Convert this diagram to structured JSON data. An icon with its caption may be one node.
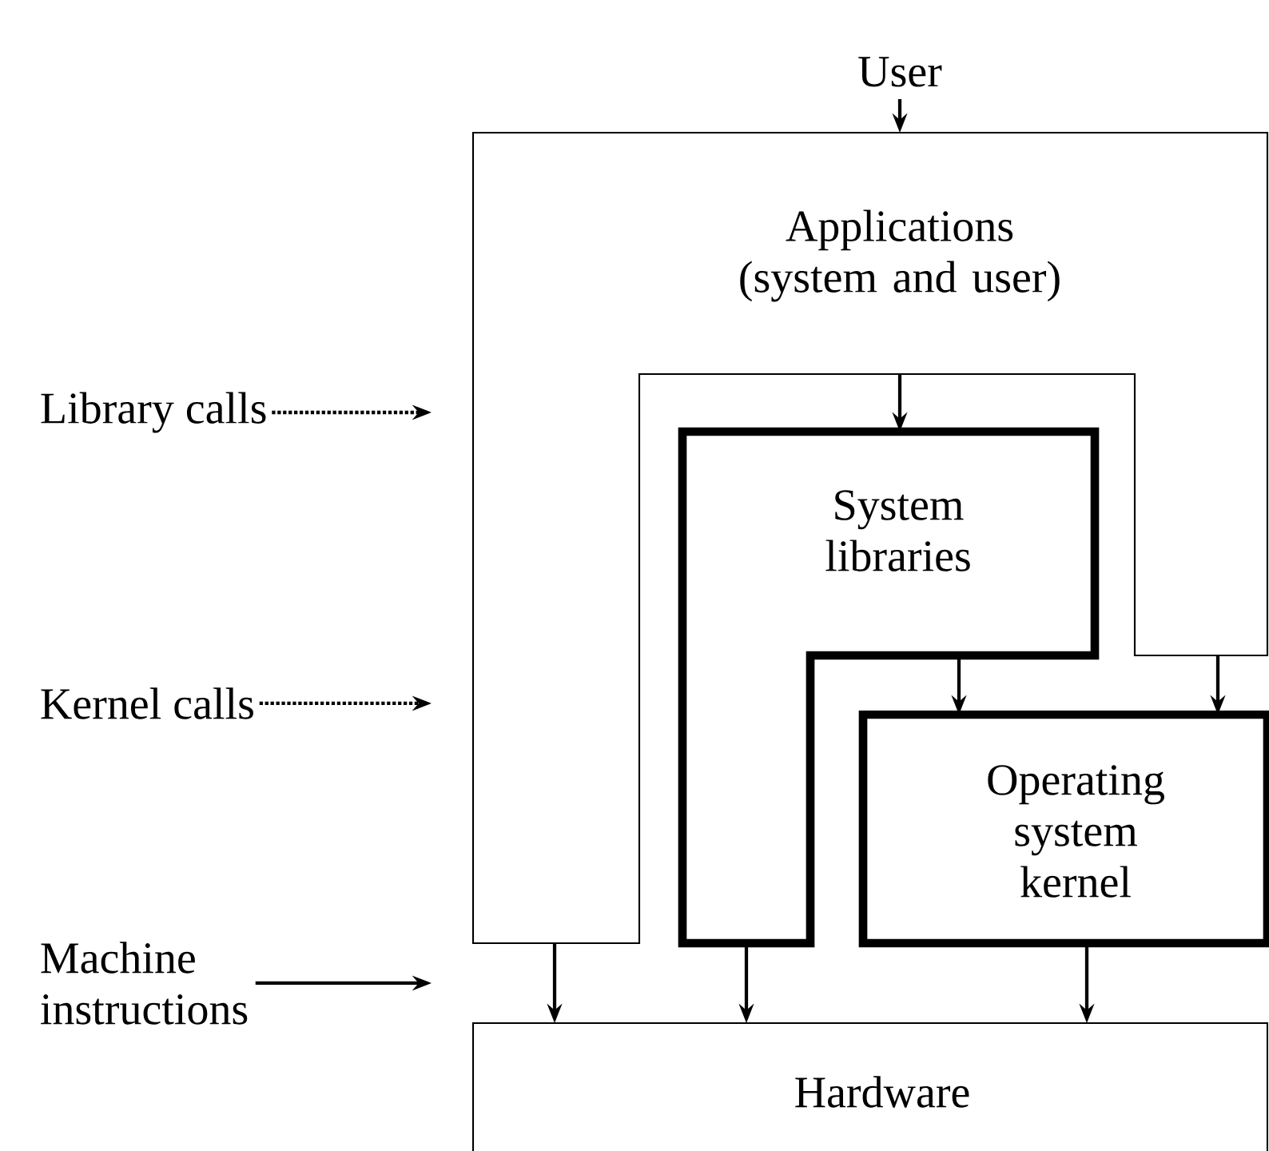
{
  "diagram": {
    "nodes": [
      {
        "text": [
          "User"
        ]
      },
      {
        "text": [
          "Applications (system and user)"
        ]
      },
      {
        "text": [
          "System libraries"
        ]
      },
      {
        "text": [
          "Operating system kernel"
        ]
      },
      {
        "text": [
          "Hardware"
        ]
      },
      {
        "text": [
          "Library calls"
        ]
      },
      {
        "text": [
          "Kernel calls"
        ]
      },
      {
        "text": [
          "Machine instructions"
        ]
      }
    ],
    "edges": [
      {
        "from": 0,
        "to": 1,
        "arrow": "to"
      },
      {
        "from": 1,
        "to": 2,
        "arrow": "to"
      },
      {
        "from": 2,
        "to": 3,
        "arrow": "to"
      },
      {
        "from": 1,
        "to": 3,
        "arrow": "to"
      },
      {
        "from": 1,
        "to": 4,
        "arrow": "to"
      },
      {
        "from": 2,
        "to": 4,
        "arrow": "to"
      },
      {
        "from": 3,
        "to": 4,
        "arrow": "to"
      },
      {
        "from": 5,
        "to": null,
        "arrow": "to",
        "style": "dashed"
      },
      {
        "from": 6,
        "to": null,
        "arrow": "to",
        "style": "dashed"
      },
      {
        "from": 7,
        "to": null,
        "arrow": "to"
      }
    ]
  }
}
